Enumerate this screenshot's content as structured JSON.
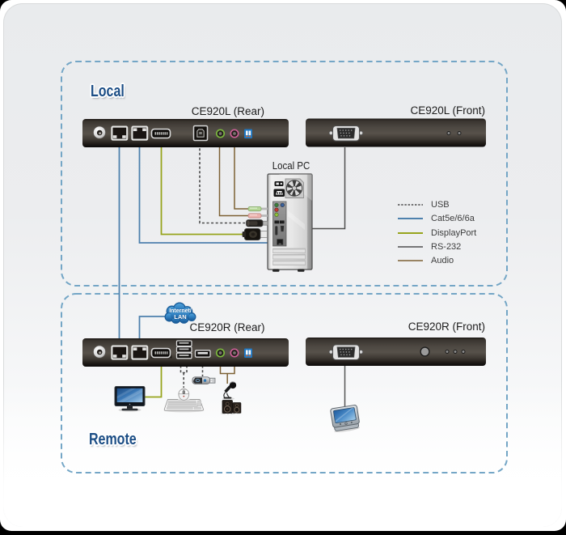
{
  "zones": {
    "local": {
      "label": "Local"
    },
    "remote": {
      "label": "Remote"
    }
  },
  "devices": {
    "ce920l_rear": {
      "label": "CE920L (Rear)"
    },
    "ce920l_front": {
      "label": "CE920L (Front)"
    },
    "ce920r_rear": {
      "label": "CE920R (Rear)"
    },
    "ce920r_front": {
      "label": "CE920R (Front)"
    },
    "local_pc": {
      "label": "Local PC"
    }
  },
  "cloud": {
    "label_line1": "Internet/",
    "label_line2": "LAN"
  },
  "legend": {
    "items": [
      {
        "label": "USB",
        "style": "dashed",
        "color": "#4a4a4a"
      },
      {
        "label": "Cat5e/6/6a",
        "style": "solid",
        "color": "#4e81ad"
      },
      {
        "label": "DisplayPort",
        "style": "solid",
        "color": "#97a41d"
      },
      {
        "label": "RS-232",
        "style": "solid",
        "color": "#4f4f4f"
      },
      {
        "label": "Audio",
        "style": "solid",
        "color": "#7d6134"
      }
    ]
  },
  "colors": {
    "zone_border": "#74a6c6",
    "zone_label": "#1d5186",
    "cat5e": "#4e81ad",
    "displayport": "#97a41d",
    "audio": "#7d6134",
    "usb": "#4a4a4a",
    "rs232": "#4f4f4f"
  }
}
